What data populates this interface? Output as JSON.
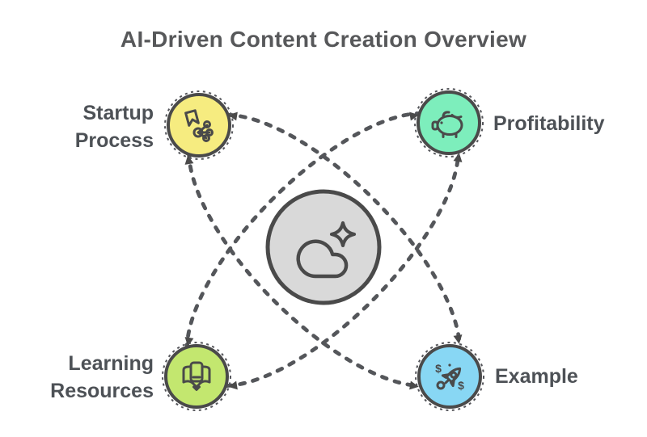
{
  "title": "AI-Driven Content Creation Overview",
  "center": {
    "icon": "cloud-sparkle-icon",
    "fill": "#d9d9d9"
  },
  "nodes": {
    "startup": {
      "line1": "Startup",
      "line2": "Process",
      "fill": "#f6ec80",
      "icon": "growth-share-icon"
    },
    "profitability": {
      "label": "Profitability",
      "fill": "#7deebc",
      "icon": "piggy-bank-icon"
    },
    "learning": {
      "line1": "Learning",
      "line2": "Resources",
      "fill": "#c3e76f",
      "icon": "book-reader-icon"
    },
    "example": {
      "label": "Example",
      "fill": "#88d7f4",
      "icon": "rocket-money-icon"
    }
  },
  "glyphs": {
    "dollar": "$"
  },
  "colors": {
    "outline": "#4a4a4a",
    "orbit": "#54565a",
    "text": "#4d5156",
    "title": "#57585a",
    "background": "#ffffff"
  }
}
